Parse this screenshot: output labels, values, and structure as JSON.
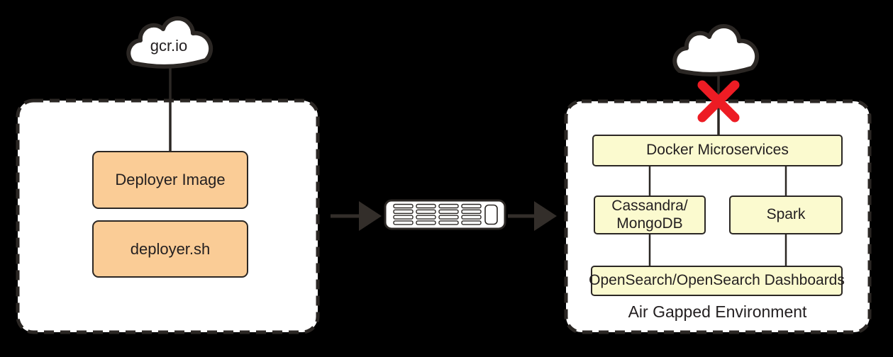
{
  "source_cloud": {
    "label": "gcr.io"
  },
  "left_zone": {
    "boxes": [
      {
        "label": "Deployer Image"
      },
      {
        "label": "deployer.sh"
      }
    ]
  },
  "transfer": {
    "icons": [
      "arrow-right-icon",
      "server-rack-icon",
      "arrow-right-icon"
    ]
  },
  "right_zone": {
    "caption": "Air Gapped Environment",
    "blocked_cloud_icon": "red-x-icon",
    "boxes": {
      "docker": "Docker Microservices",
      "cassandra_line1": "Cassandra/",
      "cassandra_line2": "MongoDB",
      "spark": "Spark",
      "opensearch": "OpenSearch/OpenSearch Dashboards"
    }
  },
  "colors": {
    "background": "#000000",
    "zone_fill": "#ffffff",
    "stroke": "#2b2724",
    "orange_box": "#facc96",
    "yellow_box": "#fbfacf",
    "blocked_x": "#ed1c24"
  }
}
